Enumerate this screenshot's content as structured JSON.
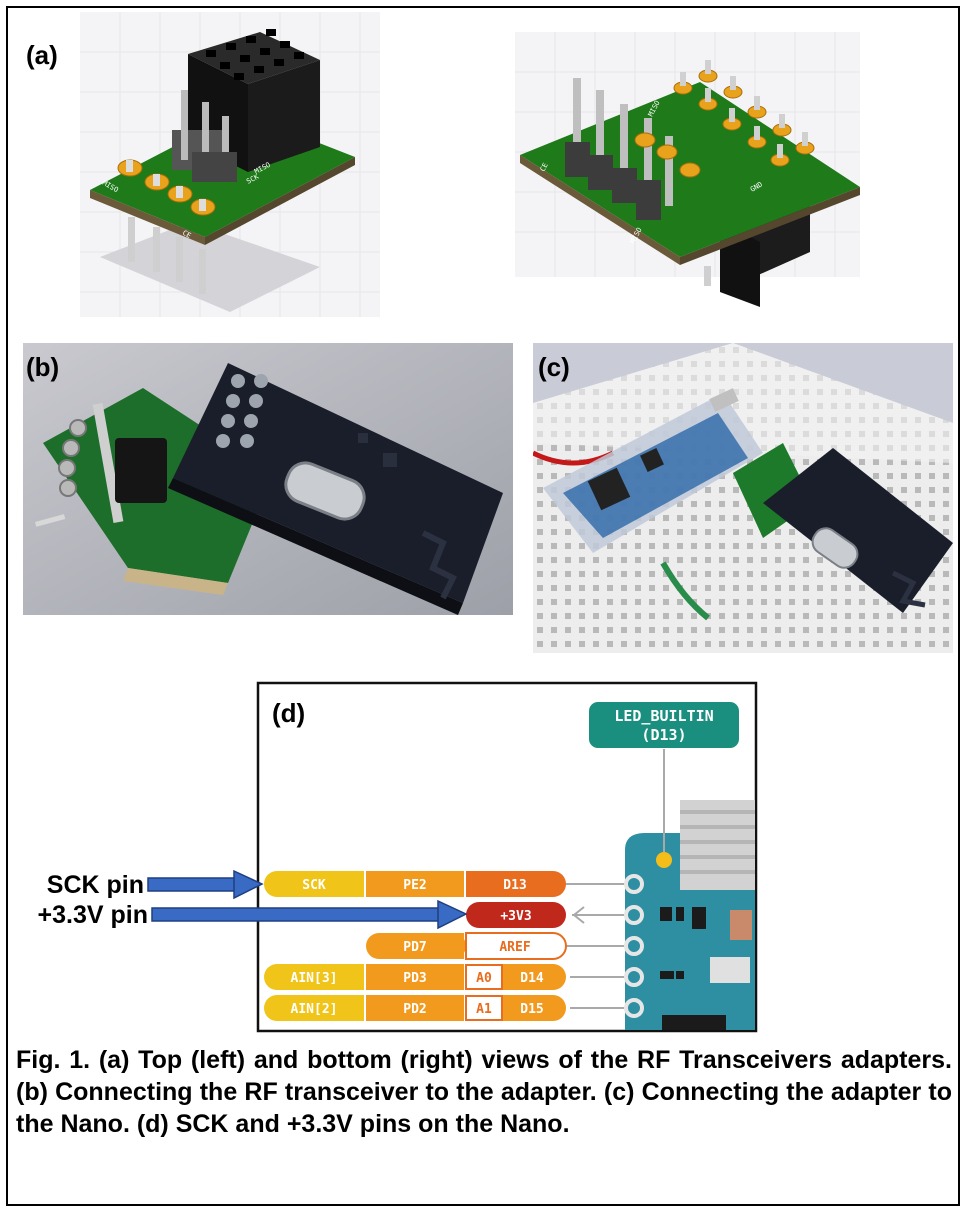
{
  "panels": {
    "a": {
      "label": "(a)"
    },
    "b": {
      "label": "(b)"
    },
    "c": {
      "label": "(c)"
    },
    "d": {
      "label": "(d)"
    }
  },
  "pcb_silkscreen": {
    "top_miso": "MISO",
    "top_sck": "SCK",
    "top_miso_left": "MISO",
    "top_ce": "CE",
    "bottom_miso_top": "MISO",
    "bottom_ce": "CE",
    "bottom_gnd": "GND",
    "bottom_miso_low": "MISO"
  },
  "pinout": {
    "led_label_line1": "LED_BUILTIN",
    "led_label_line2": "(D13)",
    "rows": [
      {
        "func": "SCK",
        "port": "PE2",
        "pin": "D13"
      },
      {
        "pin": "+3V3"
      },
      {
        "port": "PD7",
        "pin": "AREF"
      },
      {
        "func": "AIN[3]",
        "port": "PD3",
        "analog": "A0",
        "pin": "D14"
      },
      {
        "func": "AIN[2]",
        "port": "PD2",
        "analog": "A1",
        "pin": "D15"
      }
    ],
    "callouts": {
      "sck": "SCK pin",
      "v33": "+3.3V pin"
    }
  },
  "caption": "Fig. 1. (a) Top (left) and bottom (right) views of the RF Transceivers adapters. (b) Connecting the RF transceiver to the adapter. (c) Connecting the adapter to the Nano. (d) SCK and +3.3V pins on the Nano.",
  "colors": {
    "pcb_green": "#1f7a1a",
    "pad_gold": "#e8a21c",
    "sck_yellow": "#f0c419",
    "port_orange": "#f29a1e",
    "pin_orange": "#e86d1f",
    "v33_red": "#c0281c",
    "teal": "#1a8f7f",
    "board_blue": "#2e8fa3",
    "arrow_blue": "#3a6bc4"
  }
}
